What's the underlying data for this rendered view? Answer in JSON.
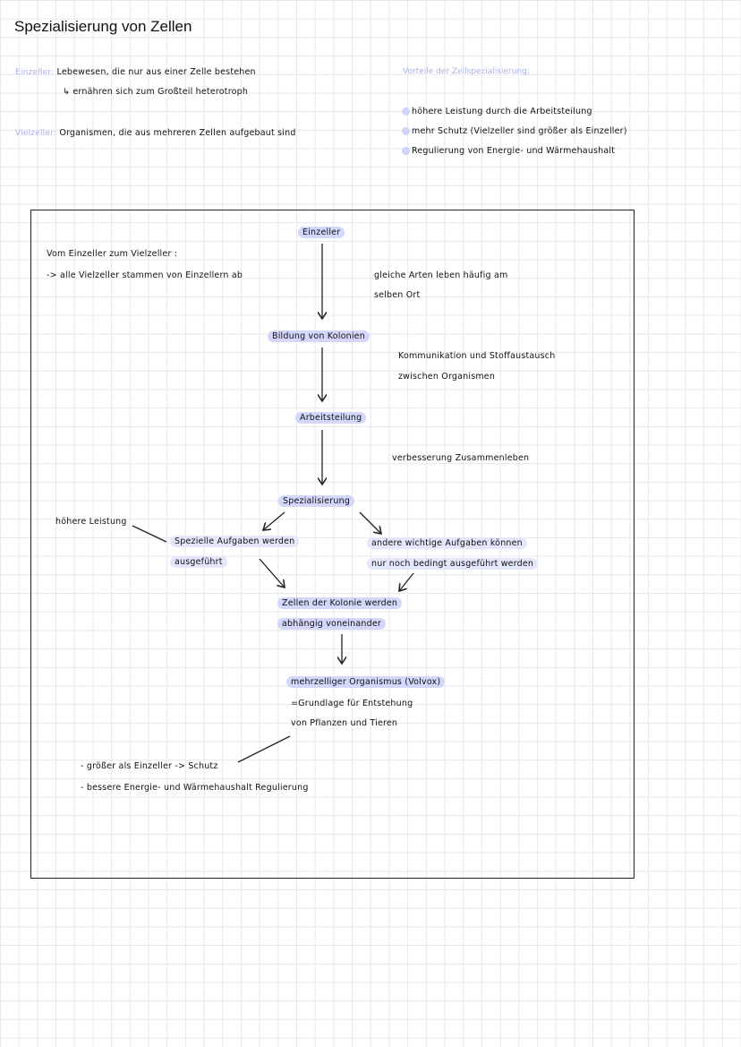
{
  "title": "Spezialisierung von Zellen",
  "definitions": {
    "einzeller_term": "Einzeller:",
    "einzeller_text": "Lebewesen, die nur aus einer Zelle bestehen",
    "einzeller_sub": "↳ ernähren sich zum Großteil heterotroph",
    "vielzeller_term": "Vielzeller:",
    "vielzeller_text": "Organismen, die aus mehreren Zellen aufgebaut sind"
  },
  "advantages": {
    "heading": "Vorteile der Zellspezialisierung:",
    "items": [
      "höhere Leistung durch die Arbeitsteilung",
      "mehr Schutz (Vielzeller sind größer als Einzeller)",
      "Regulierung von Energie- und Wärmehaushalt"
    ]
  },
  "diagram": {
    "intro_title": "Vom Einzeller zum Vielzeller :",
    "intro_text": "-> alle Vielzeller stammen von Einzellern ab",
    "nodes": {
      "einzeller": "Einzeller",
      "kolonien": "Bildung von Kolonien",
      "arbeitsteilung": "Arbeitsteilung",
      "spezialisierung": "Spezialisierung",
      "spezielle_1": "Spezielle Aufgaben werden",
      "spezielle_2": "ausgeführt",
      "andere_1": "andere wichtige Aufgaben können",
      "andere_2": "nur noch bedingt ausgeführt werden",
      "abhaengig_1": "Zellen der Kolonie werden",
      "abhaengig_2": "abhängig voneinander",
      "organismus": "mehrzelliger Organismus (Volvox)",
      "grundlage_1": "=Grundlage für Entstehung",
      "grundlage_2": "von Pflanzen und Tieren"
    },
    "notes": {
      "gleiche_1": "gleiche Arten leben häufig am",
      "gleiche_2": "selben Ort",
      "kommunikation_1": "Kommunikation und Stoffaustausch",
      "kommunikation_2": "zwischen Organismen",
      "verbesserung": "verbesserung Zusammenleben",
      "hoehere": "höhere Leistung",
      "groesser": "- größer als Einzeller -> Schutz",
      "bessere": "- bessere Energie- und Wärmehaushalt Regulierung"
    }
  }
}
